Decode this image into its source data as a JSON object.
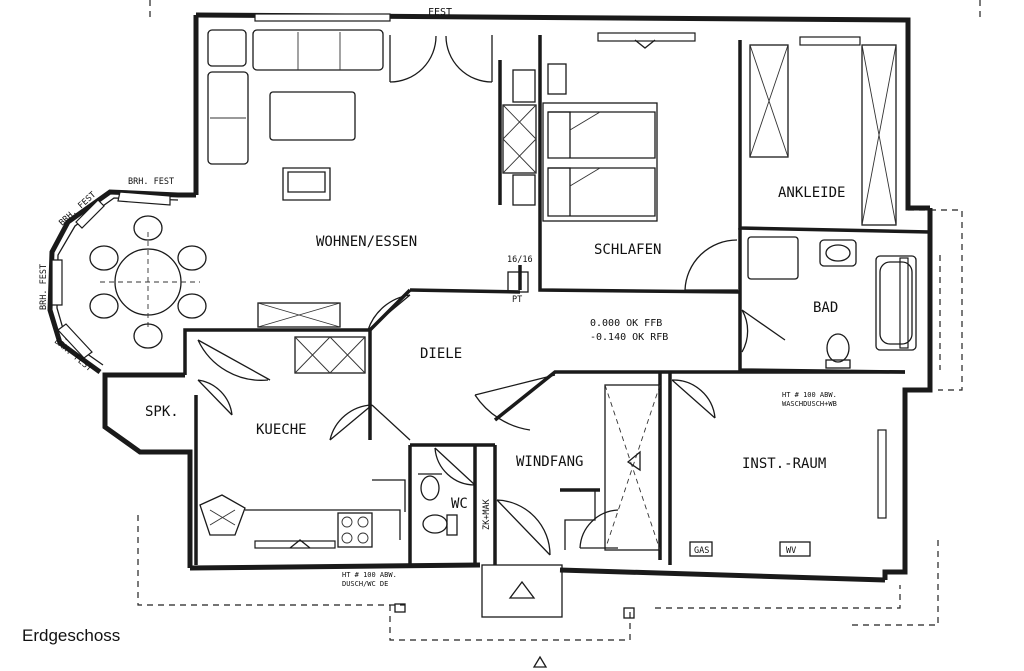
{
  "caption": "Erdgeschoss",
  "rooms": {
    "wohnen_essen": "WOHNEN/ESSEN",
    "schlafen": "SCHLAFEN",
    "ankleide": "ANKLEIDE",
    "bad": "BAD",
    "diele": "DIELE",
    "kueche": "KUECHE",
    "spk": "SPK.",
    "wc": "WC",
    "windfang": "WINDFANG",
    "inst_raum": "INST.-RAUM"
  },
  "annotations": {
    "fest_top": "FEST",
    "brh_fest_1": "BRH. FEST",
    "brh_fest_2": "BRH. FEST",
    "brh_fest_3": "BRH. FEST",
    "brh_fest_4": "BRH. FEST",
    "chimney": "16/16",
    "pt": "PT",
    "level_1": "0.000 OK FFB",
    "level_2": "-0.140 OK RFB",
    "gas": "GAS",
    "wv": "WV",
    "zk_mak": "ZK+MAK",
    "ht_note_1_a": "HT # 100 ABW.",
    "ht_note_1_b": "DUSCH/WC DE",
    "ht_note_2_a": "HT # 100 ABW.",
    "ht_note_2_b": "WASCHDUSCH+WB"
  },
  "icons": {
    "north_arrow": "north-arrow-icon"
  }
}
